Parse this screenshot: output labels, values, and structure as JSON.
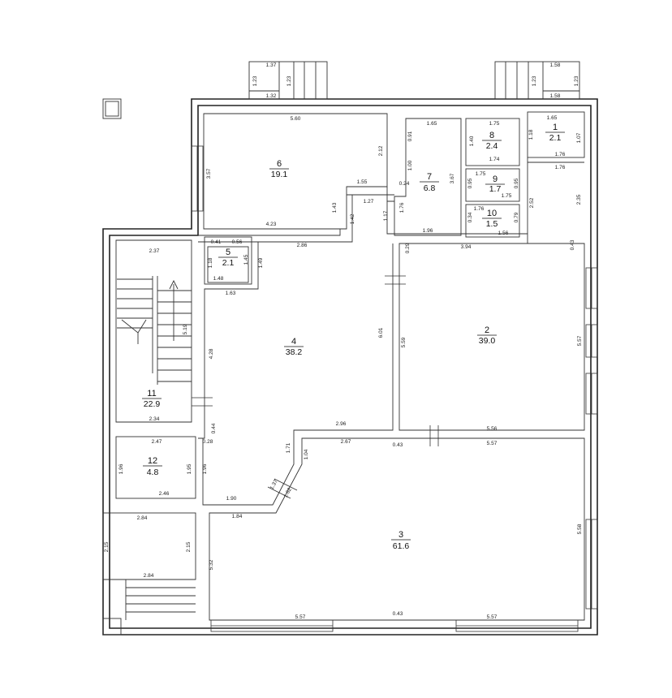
{
  "rooms": [
    {
      "id": "1",
      "number": "1",
      "area": "2.1"
    },
    {
      "id": "2",
      "number": "2",
      "area": "39.0"
    },
    {
      "id": "3",
      "number": "3",
      "area": "61.6"
    },
    {
      "id": "4",
      "number": "4",
      "area": "38.2"
    },
    {
      "id": "5",
      "number": "5",
      "area": "2.1"
    },
    {
      "id": "6",
      "number": "6",
      "area": "19.1"
    },
    {
      "id": "7",
      "number": "7",
      "area": "6.8"
    },
    {
      "id": "8",
      "number": "8",
      "area": "2.4"
    },
    {
      "id": "9",
      "number": "9",
      "area": "1.7"
    },
    {
      "id": "10",
      "number": "10",
      "area": "1.5"
    },
    {
      "id": "11",
      "number": "11",
      "area": "22.9"
    },
    {
      "id": "12",
      "number": "12",
      "area": "4.8"
    }
  ],
  "dimensions": [
    "1.37",
    "1.23",
    "1.23",
    "1.32",
    "1.58",
    "1.23",
    "1.23",
    "1.58",
    "5.60",
    "3.57",
    "2.12",
    "1.55",
    "4.23",
    "1.43",
    "1.42",
    "1.27",
    "1.17",
    "1.76",
    "1.65",
    "0.91",
    "1.00",
    "0.24",
    "3.67",
    "1.96",
    "1.75",
    "1.40",
    "1.74",
    "1.75",
    "0.95",
    "0.95",
    "1.75",
    "1.76",
    "0.34",
    "0.79",
    "1.56",
    "1.65",
    "1.18",
    "1.07",
    "1.76",
    "1.76",
    "2.52",
    "2.35",
    "0.29",
    "3.94",
    "0.43",
    "5.59",
    "6.01",
    "5.57",
    "5.56",
    "0.41",
    "0.56",
    "2.86",
    "1.18",
    "1.45",
    "1.49",
    "1.48",
    "1.63",
    "2.37",
    "5.19",
    "4.28",
    "2.34",
    "0.44",
    "0.28",
    "2.96",
    "2.47",
    "1.96",
    "1.95",
    "1.96",
    "2.46",
    "1.71",
    "1.04",
    "2.67",
    "0.43",
    "5.57",
    "1.37",
    "1.62",
    "1.90",
    "2.84",
    "1.84",
    "2.15",
    "2.15",
    "5.32",
    "5.58",
    "2.84",
    "5.57",
    "0.43",
    "5.57"
  ]
}
